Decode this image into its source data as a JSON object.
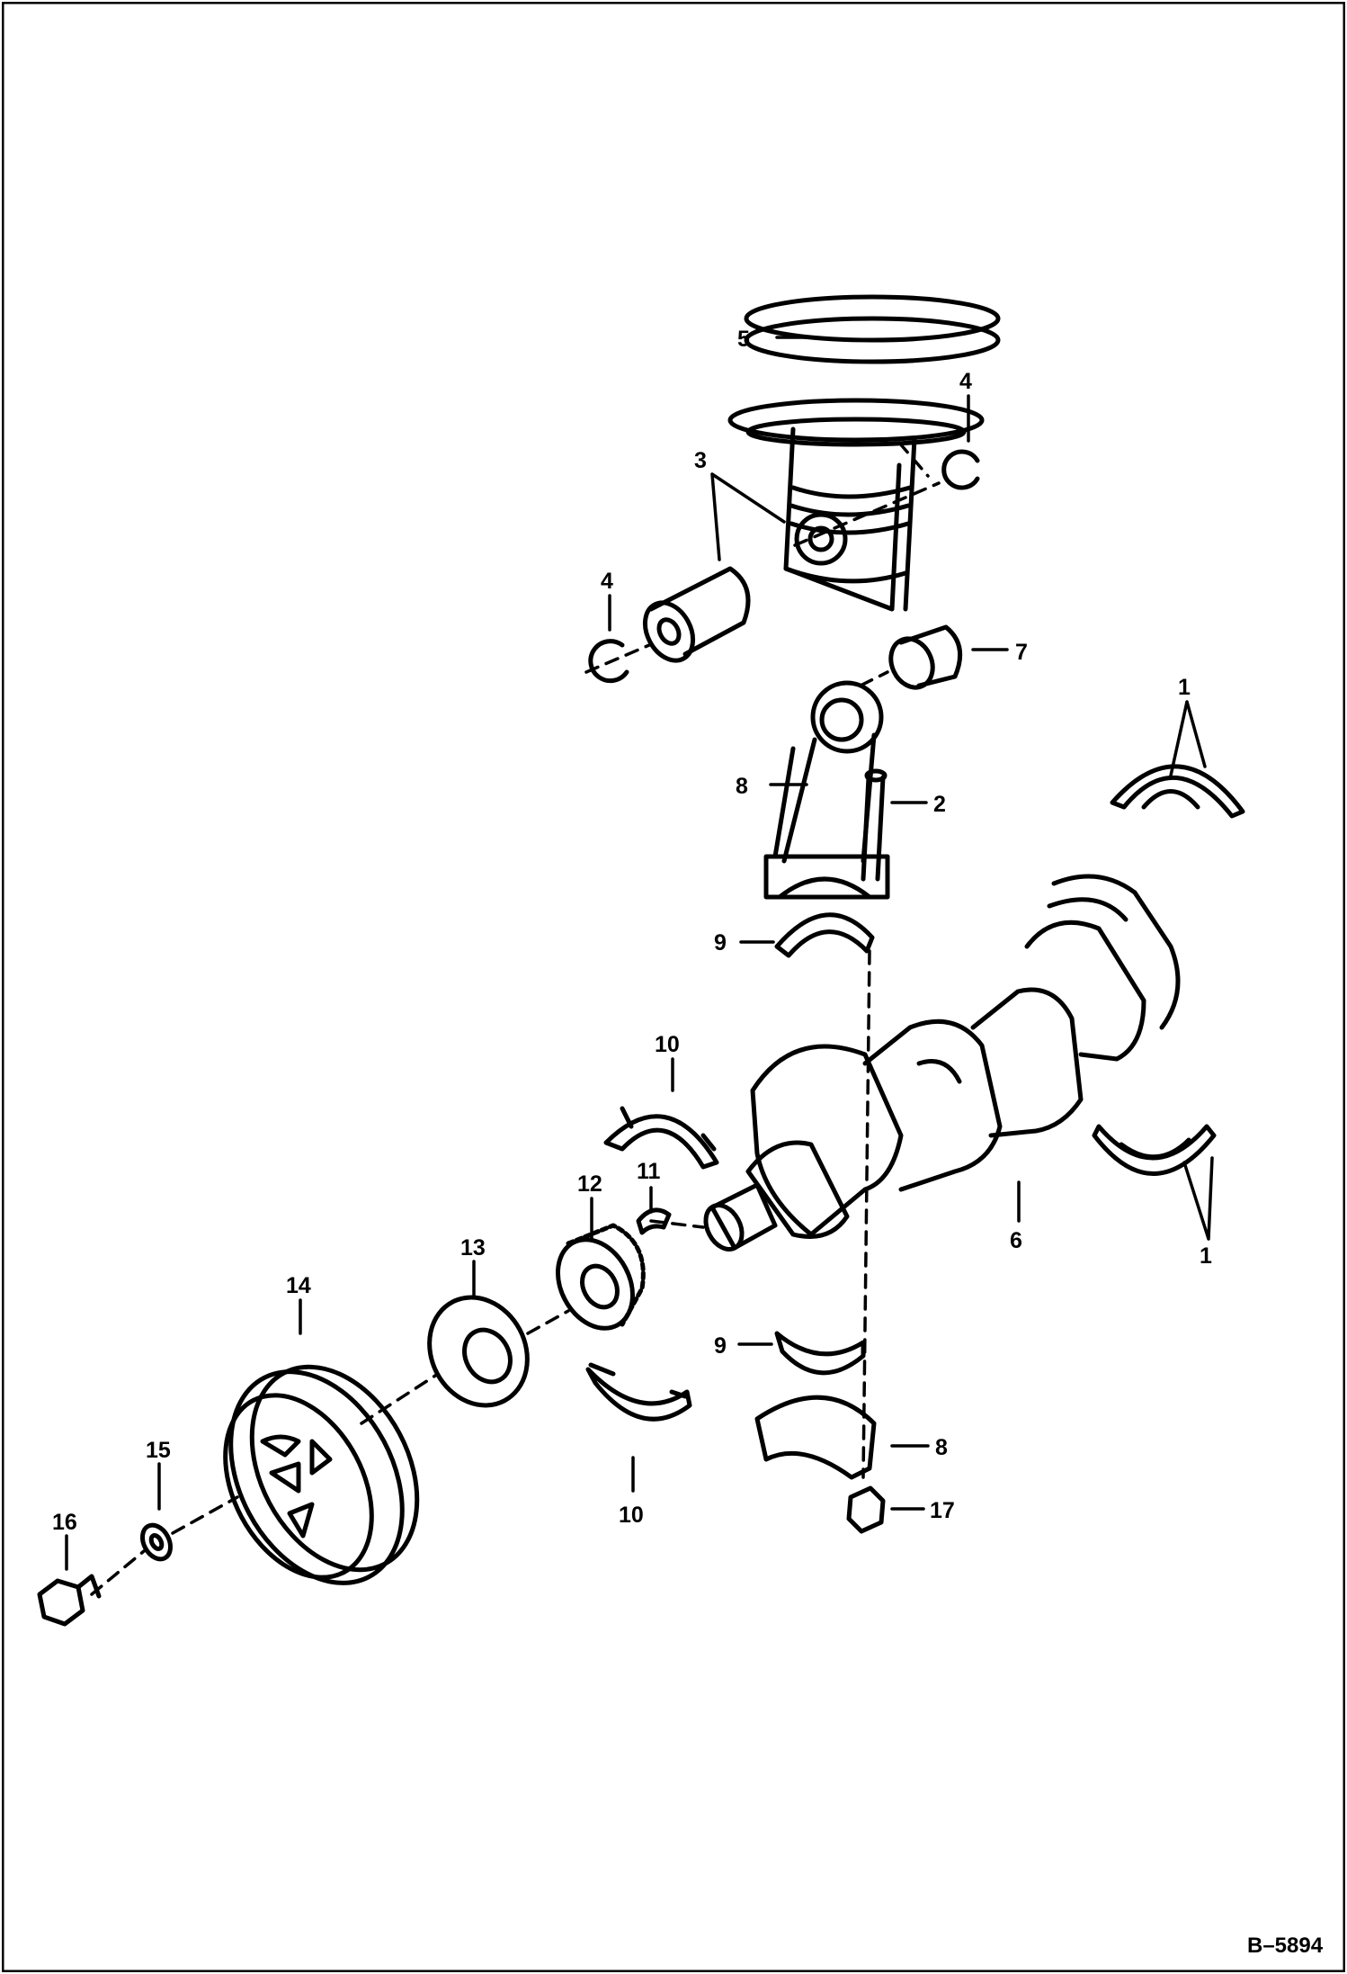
{
  "diagram": {
    "drawing_number": "B–5894",
    "callouts": {
      "c1a": "1",
      "c1b": "1",
      "c2": "2",
      "c3": "3",
      "c4a": "4",
      "c4b": "4",
      "c5": "5",
      "c6": "6",
      "c7": "7",
      "c8a": "8",
      "c8b": "8",
      "c9a": "9",
      "c9b": "9",
      "c10a": "10",
      "c10b": "10",
      "c11": "11",
      "c12": "12",
      "c13": "13",
      "c14": "14",
      "c15": "15",
      "c16": "16",
      "c17": "17"
    }
  }
}
